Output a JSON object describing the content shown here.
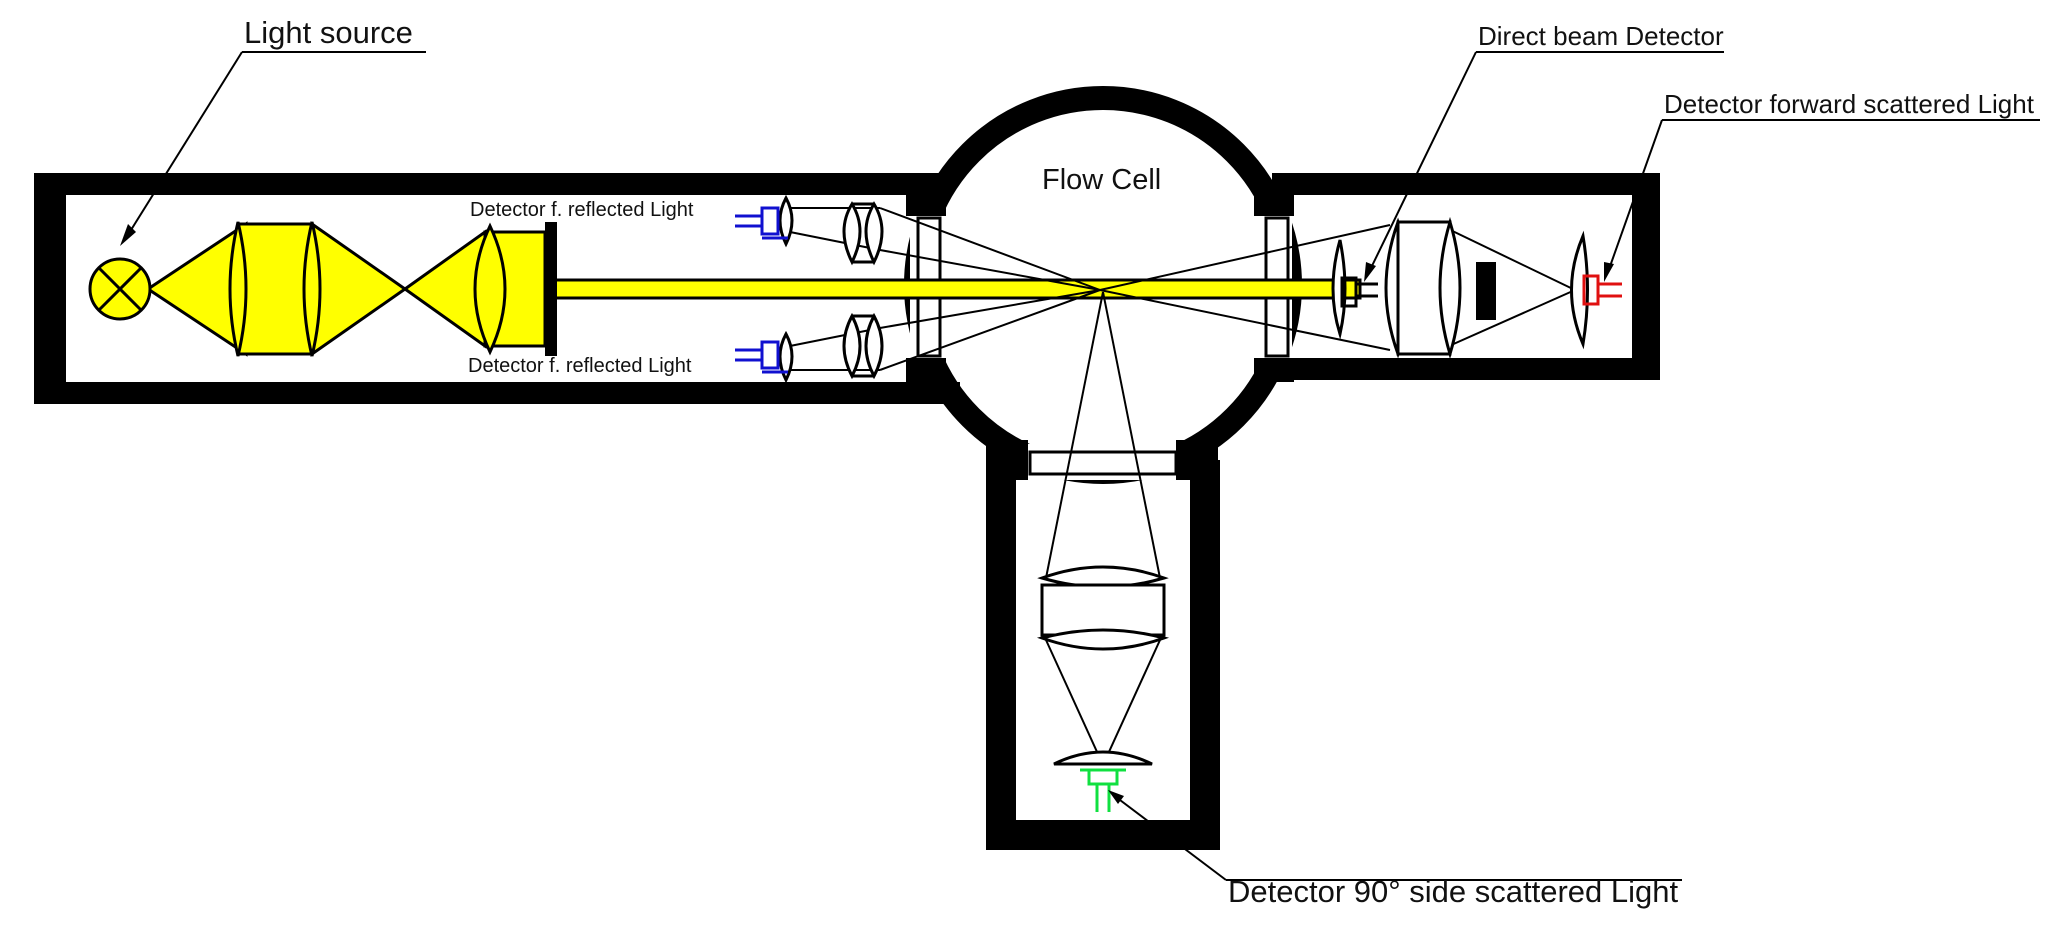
{
  "labels": {
    "light_source": "Light source",
    "flow_cell": "Flow Cell",
    "direct_beam_detector": "Direct beam Detector",
    "detector_forward": "Detector forward scattered Light",
    "detector_reflected_top": "Detector f. reflected Light",
    "detector_reflected_bottom": "Detector f. reflected Light",
    "detector_side": "Detector 90° side scattered Light"
  },
  "colors": {
    "beam": "#ffff00",
    "housing": "#000000",
    "reflected_detector": "#1010d0",
    "forward_detector": "#e01010",
    "side_detector": "#10e040"
  }
}
